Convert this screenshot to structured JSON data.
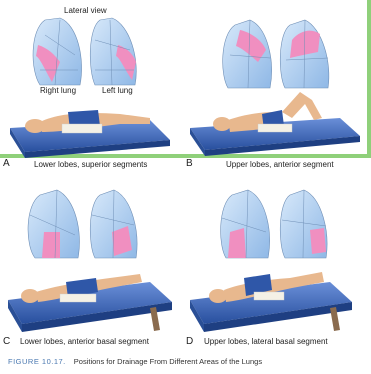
{
  "header": {
    "lateral_view": "Lateral view"
  },
  "lungs": {
    "right": "Right lung",
    "left": "Left lung"
  },
  "panels": [
    {
      "letter": "A",
      "label": "Lower lobes, superior segments"
    },
    {
      "letter": "B",
      "label": "Upper lobes, anterior segment"
    },
    {
      "letter": "C",
      "label": "Lower lobes, anterior basal segment"
    },
    {
      "letter": "D",
      "label": "Upper lobes, lateral basal segment"
    }
  ],
  "caption": {
    "figure": "FIGURE 10.17.",
    "text": "Positions for Drainage From Different Areas of the Lungs"
  },
  "colors": {
    "lung": "#b9d6f2",
    "highlight": "#f08fc0",
    "table": "#3f67b8",
    "skin": "#e8b88e",
    "shorts": "#2f57a8",
    "frame": "#8fd07a"
  }
}
